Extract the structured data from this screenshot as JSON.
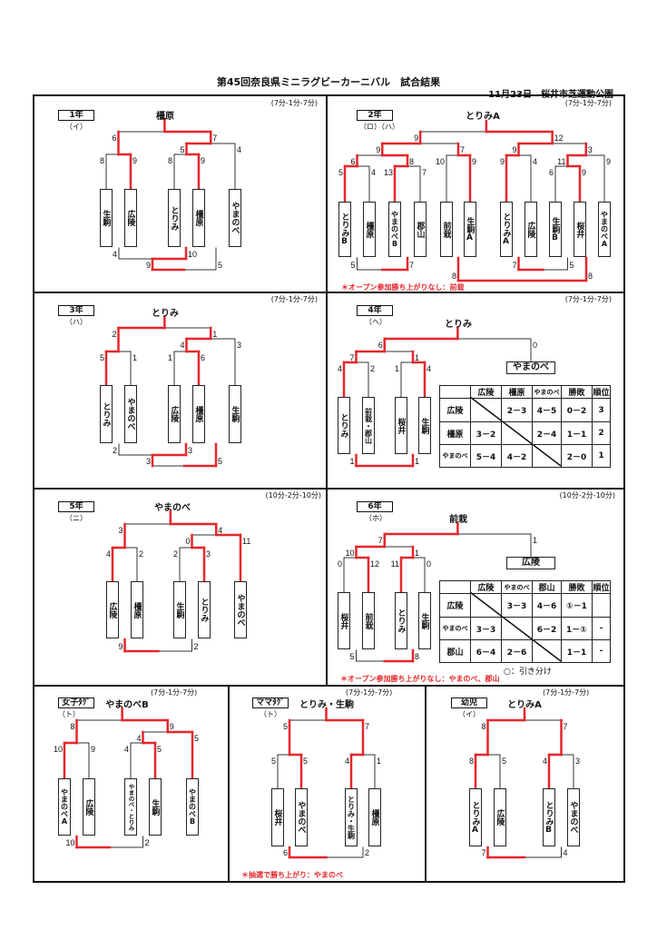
{
  "header": {
    "title": "第45回奈良県ミニラグビーカーニバル　試合結果",
    "date_venue": "11月23日　桜井市芝運動公園"
  },
  "colors": {
    "winner_line": "#e5262b",
    "line": "#333333",
    "note": "#e5262b"
  },
  "panels": [
    {
      "grade": "1年",
      "group": "（イ）",
      "time": "(7分-1分-7分)",
      "champion": "橿原",
      "teams": [
        "生駒",
        "広陵",
        "とりみ",
        "橿原",
        "やまのべ"
      ],
      "matches": [
        {
          "scores": [
            "8",
            "9"
          ],
          "winner": "R"
        },
        {
          "scores": [
            "8",
            "9"
          ],
          "winner": "R"
        },
        {
          "scores": [
            "5",
            "4"
          ],
          "winner": "L"
        },
        {
          "scores": [
            "6",
            "7"
          ],
          "winner": "R"
        },
        {
          "scores": [
            "4",
            "10"
          ],
          "winner": "R"
        },
        {
          "scores": [
            "9",
            "5"
          ],
          "winner": "L"
        }
      ]
    },
    {
      "grade": "2年",
      "group": "（ロ）（ハ）",
      "time": "(7分-1分-7分)",
      "champion": "とりみA",
      "teams": [
        "とりみB",
        "橿原",
        "やまのべB",
        "郡山",
        "前栽",
        "生駒A",
        "とりみA",
        "広陵",
        "生駒B",
        "桜井",
        "やまのべA"
      ],
      "matches": [
        {
          "scores": [
            "5",
            "4"
          ],
          "winner": "L"
        },
        {
          "scores": [
            "13",
            "7"
          ],
          "winner": "L"
        },
        {
          "scores": [
            "6",
            "8"
          ],
          "winner": "R"
        },
        {
          "scores": [
            "10",
            "9"
          ],
          "winner": "R"
        },
        {
          "scores": [
            "9",
            "7"
          ],
          "winner": "L"
        },
        {
          "scores": [
            "9",
            "4"
          ],
          "winner": "L"
        },
        {
          "scores": [
            "6",
            "9"
          ],
          "winner": "R"
        },
        {
          "scores": [
            "11",
            "9"
          ],
          "winner": "L"
        },
        {
          "scores": [
            "9",
            "3"
          ],
          "winner": "L"
        },
        {
          "scores": [
            "9",
            "12"
          ],
          "winner": "R"
        },
        {
          "scores": [
            "5",
            "7"
          ],
          "winner": "R"
        },
        {
          "scores": [
            "7",
            "5"
          ],
          "winner": "L"
        },
        {
          "scores": [
            "8",
            "8"
          ],
          "winner": "both"
        }
      ],
      "note": "＊オープン参加勝ち上がりなし：前栽"
    },
    {
      "grade": "3年",
      "group": "（ハ）",
      "time": "(7分-1分-7分)",
      "champion": "とりみ",
      "teams": [
        "とりみ",
        "やまのべ",
        "広陵",
        "橿原",
        "生駒"
      ],
      "matches": [
        {
          "scores": [
            "5",
            "1"
          ],
          "winner": "L"
        },
        {
          "scores": [
            "1",
            "6"
          ],
          "winner": "R"
        },
        {
          "scores": [
            "4",
            "3"
          ],
          "winner": "L"
        },
        {
          "scores": [
            "2",
            "1"
          ],
          "winner": "L"
        },
        {
          "scores": [
            "2",
            "3"
          ],
          "winner": "R"
        },
        {
          "scores": [
            "3",
            "5"
          ],
          "winner": "R"
        }
      ]
    },
    {
      "grade": "4年",
      "group": "（へ）",
      "time": "(7分-1分-7分)",
      "champion": "とりみ",
      "teams": [
        "とりみ",
        "前栽・郡山",
        "桜井",
        "生駒",
        "やまのべ"
      ],
      "matches": [
        {
          "scores": [
            "4",
            "2"
          ],
          "winner": "L"
        },
        {
          "scores": [
            "1",
            "4"
          ],
          "winner": "R"
        },
        {
          "scores": [
            "7",
            "1"
          ],
          "winner": "L"
        },
        {
          "scores": [
            "6",
            "0"
          ],
          "winner": "L"
        },
        {
          "scores": [
            "1",
            "1"
          ],
          "winner": "both"
        }
      ],
      "table": {
        "headers": [
          "",
          "広陵",
          "橿原",
          "やまのべ",
          "勝敗",
          "順位"
        ],
        "rows": [
          [
            "広陵",
            "",
            "2－3",
            "4－5",
            "0－2",
            "3"
          ],
          [
            "橿原",
            "3－2",
            "",
            "2－4",
            "1－1",
            "2"
          ],
          [
            "やまのべ",
            "5－4",
            "4－2",
            "",
            "2－0",
            "1"
          ]
        ]
      }
    },
    {
      "grade": "5年",
      "group": "（ニ）",
      "time": "(10分-2分-10分)",
      "champion": "やまのべ",
      "teams": [
        "広陵",
        "橿原",
        "生駒",
        "とりみ",
        "やまのべ"
      ],
      "matches": [
        {
          "scores": [
            "4",
            "2"
          ],
          "winner": "L"
        },
        {
          "scores": [
            "2",
            "3"
          ],
          "winner": "R"
        },
        {
          "scores": [
            "0",
            "11"
          ],
          "winner": "R"
        },
        {
          "scores": [
            "3",
            "4"
          ],
          "winner": "R"
        },
        {
          "scores": [
            "9",
            "2"
          ],
          "winner": "L"
        }
      ]
    },
    {
      "grade": "6年",
      "group": "（ホ）",
      "time": "(10分-2分-10分)",
      "champion": "前栽",
      "teams": [
        "桜井",
        "前栽",
        "とりみ",
        "生駒",
        "広陵"
      ],
      "matches": [
        {
          "scores": [
            "0",
            "12"
          ],
          "winner": "R"
        },
        {
          "scores": [
            "11",
            "0"
          ],
          "winner": "L"
        },
        {
          "scores": [
            "10",
            "1"
          ],
          "winner": "L"
        },
        {
          "scores": [
            "7",
            "1"
          ],
          "winner": "L"
        },
        {
          "scores": [
            "5",
            "8"
          ],
          "winner": "R"
        }
      ],
      "table": {
        "headers": [
          "",
          "広陵",
          "やまのべ",
          "郡山",
          "勝敗",
          "順位"
        ],
        "rows": [
          [
            "広陵",
            "",
            "3－3",
            "4－6",
            "①－1",
            ""
          ],
          [
            "やまのべ",
            "3－3",
            "",
            "6－2",
            "1－①",
            "-"
          ],
          [
            "郡山",
            "6－4",
            "2－6",
            "",
            "1－1",
            "-"
          ]
        ]
      },
      "legend": "○：引き分け",
      "note": "＊オープン参加勝ち上がりなし：やまのべ、郡山"
    },
    {
      "grade": "女子ﾀｸﾞ",
      "group": "（ト）",
      "time": "(7分-1分-7分)",
      "champion": "やまのべB",
      "teams": [
        "やまのべA",
        "広陵",
        "やまのべ・とりみ",
        "生駒",
        "やまのべB"
      ],
      "matches": [
        {
          "scores": [
            "10",
            "9"
          ],
          "winner": "L"
        },
        {
          "scores": [
            "4",
            "5"
          ],
          "winner": "R"
        },
        {
          "scores": [
            "4",
            "5"
          ],
          "winner": "R"
        },
        {
          "scores": [
            "8",
            "9"
          ],
          "winner": "R"
        },
        {
          "scores": [
            "10",
            "2"
          ],
          "winner": "L"
        }
      ]
    },
    {
      "grade": "ママﾀｸﾞ",
      "group": "（ト）",
      "time": "(7分-1分-7分)",
      "champion": "とりみ・生駒",
      "teams": [
        "桜井",
        "やまのべ",
        "とりみ・生駒",
        "橿原"
      ],
      "matches": [
        {
          "scores": [
            "5",
            "5"
          ],
          "winner": "R"
        },
        {
          "scores": [
            "4",
            "1"
          ],
          "winner": "L"
        },
        {
          "scores": [
            "5",
            "7"
          ],
          "winner": "R"
        },
        {
          "scores": [
            "6",
            "2"
          ],
          "winner": "L"
        }
      ],
      "note": "＊抽選で勝ち上がり：やまのべ"
    },
    {
      "grade": "幼児",
      "group": "（イ）",
      "time": "(7分-1分-7分)",
      "champion": "とりみA",
      "teams": [
        "とりみA",
        "広陵",
        "とりみB",
        "やまのべ"
      ],
      "matches": [
        {
          "scores": [
            "8",
            "5"
          ],
          "winner": "L"
        },
        {
          "scores": [
            "4",
            "3"
          ],
          "winner": "L"
        },
        {
          "scores": [
            "8",
            "7"
          ],
          "winner": "L"
        },
        {
          "scores": [
            "7",
            "4"
          ],
          "winner": "L"
        }
      ]
    }
  ]
}
